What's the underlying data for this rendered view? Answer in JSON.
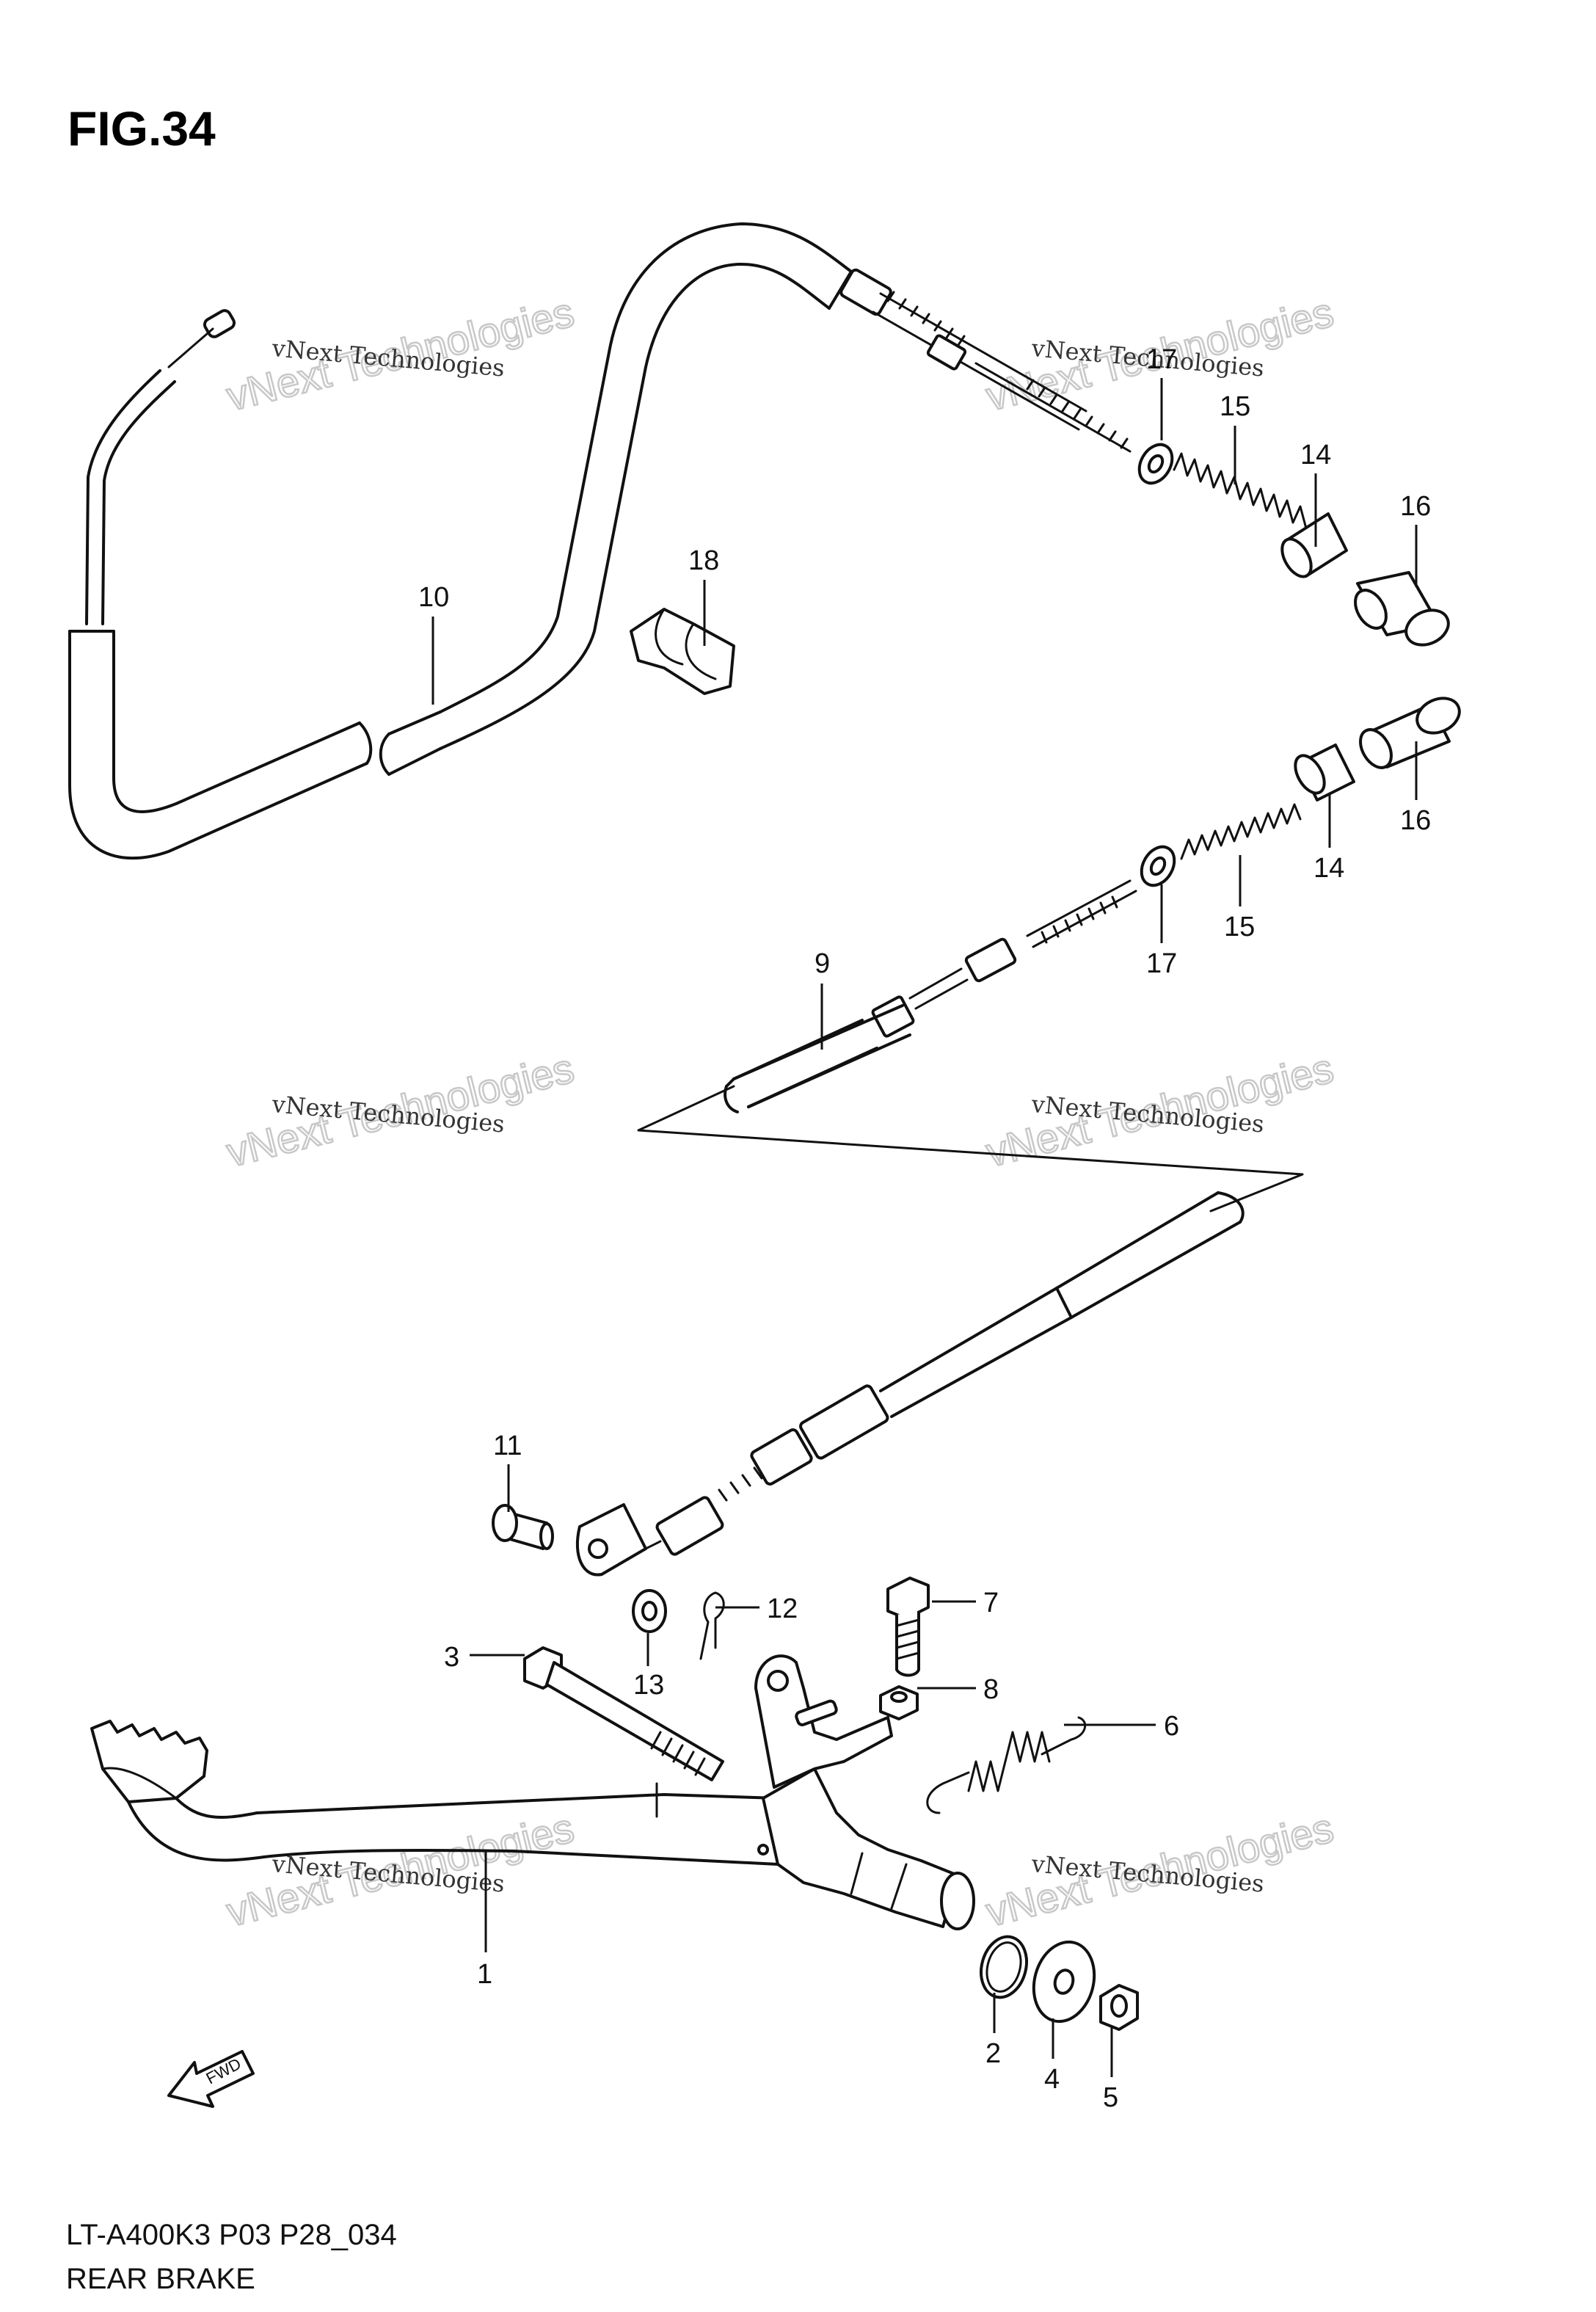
{
  "figure_title": "FIG.34",
  "model_code": "LT-A400K3 P03 P28_034",
  "section_name": "REAR BRAKE",
  "watermark": {
    "line1": "vNext Technologies",
    "line2": "vNext Technologies"
  },
  "fwd_label": "FWD",
  "callouts": {
    "c1": "1",
    "c2": "2",
    "c3": "3",
    "c4": "4",
    "c5": "5",
    "c6": "6",
    "c7": "7",
    "c8": "8",
    "c9": "9",
    "c10": "10",
    "c11": "11",
    "c12": "12",
    "c13": "13",
    "c14a": "14",
    "c14b": "14",
    "c15a": "15",
    "c15b": "15",
    "c16a": "16",
    "c16b": "16",
    "c17a": "17",
    "c17b": "17",
    "c18": "18"
  }
}
